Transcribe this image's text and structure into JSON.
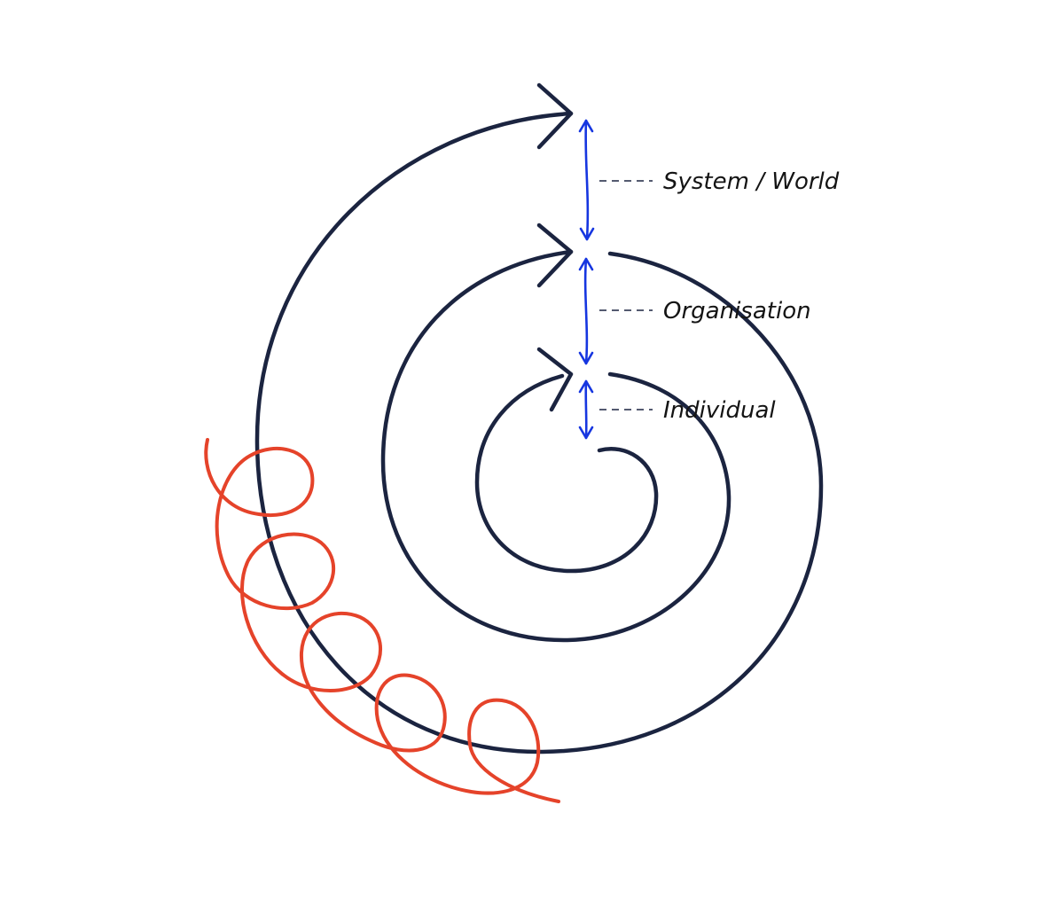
{
  "levels": [
    {
      "key": "system",
      "label": "System / World"
    },
    {
      "key": "organisation",
      "label": "Organisation"
    },
    {
      "key": "individual",
      "label": "Individual"
    }
  ],
  "colors": {
    "spiral": "#1b2440",
    "level_arrows": "#1636e0",
    "coil": "#e5432a",
    "text": "#141414",
    "background": "#ffffff"
  }
}
